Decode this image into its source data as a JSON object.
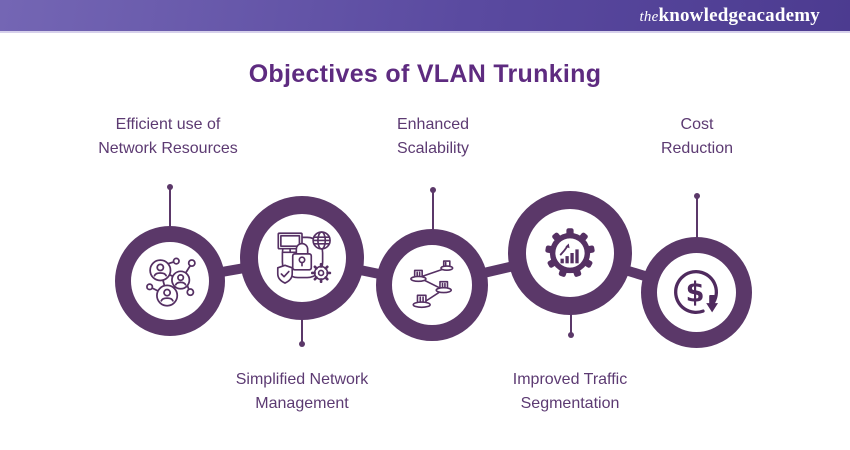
{
  "header": {
    "logo": {
      "the": "the",
      "knowledge": "knowledge",
      "academy": "academy"
    }
  },
  "title": "Objectives of VLAN Trunking",
  "colors": {
    "accent_ring": "#5b3869",
    "icon_stroke": "#553063",
    "title_text": "#5e2b80",
    "label_text": "#5c3a72",
    "header_gradient_start": "#7466b4",
    "header_gradient_end": "#4c3b90"
  },
  "items": [
    {
      "label_line1": "Efficient use of",
      "label_line2": "Network Resources",
      "icon": "people-network-icon",
      "label_position": "above"
    },
    {
      "label_line1": "Simplified Network",
      "label_line2": "Management",
      "icon": "secure-network-management-icon",
      "label_position": "below"
    },
    {
      "label_line1": "Enhanced",
      "label_line2": "Scalability",
      "icon": "connected-nodes-icon",
      "label_position": "above"
    },
    {
      "label_line1": "Improved Traffic",
      "label_line2": "Segmentation",
      "icon": "gear-growth-chart-icon",
      "label_position": "below"
    },
    {
      "label_line1": "Cost",
      "label_line2": "Reduction",
      "icon": "dollar-reduction-icon",
      "label_position": "above"
    }
  ]
}
